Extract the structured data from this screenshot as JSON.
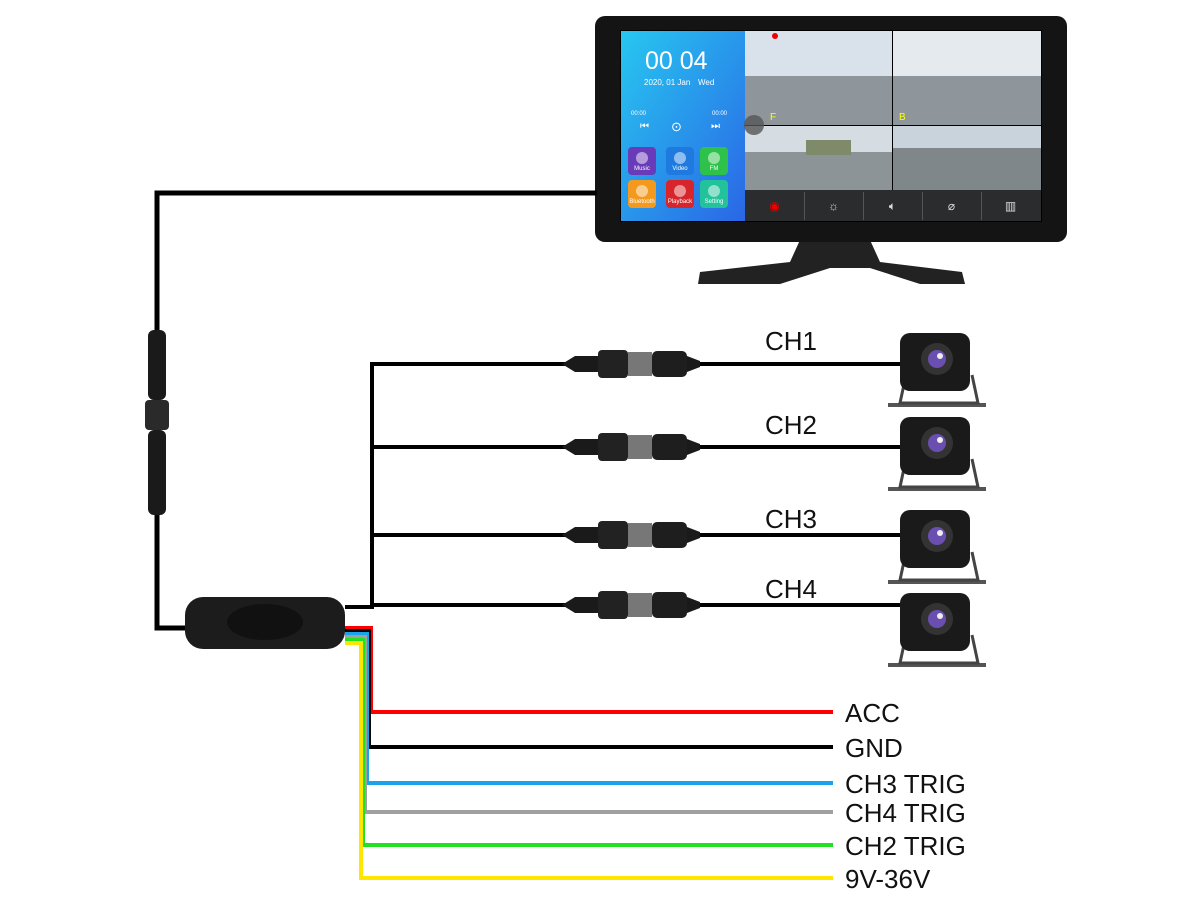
{
  "monitor": {
    "clock": "00 04",
    "date": "2020, 01 Jan",
    "weekday": "Wed",
    "media_time_start": "00:00",
    "media_time_end": "00:00",
    "apps": [
      {
        "label": "Music",
        "color": "#6a3bb8"
      },
      {
        "label": "Video",
        "color": "#1f7ae0"
      },
      {
        "label": "FM",
        "color": "#2fc24b"
      },
      {
        "label": "Bluetooth",
        "color": "#f39a1e"
      },
      {
        "label": "Playback",
        "color": "#d6262c"
      },
      {
        "label": "Setting",
        "color": "#22c39a"
      }
    ],
    "camera_views": [
      "F",
      "B"
    ]
  },
  "channels": [
    "CH1",
    "CH2",
    "CH3",
    "CH4"
  ],
  "wires": [
    {
      "label": "ACC",
      "color": "#ff0000"
    },
    {
      "label": "GND",
      "color": "#000000"
    },
    {
      "label": "CH3 TRIG",
      "color": "#1aa3e8"
    },
    {
      "label": "CH4 TRIG",
      "color": "#a0a0a0"
    },
    {
      "label": "CH2 TRIG",
      "color": "#22e022"
    },
    {
      "label": "9V-36V",
      "color": "#ffe600"
    }
  ]
}
